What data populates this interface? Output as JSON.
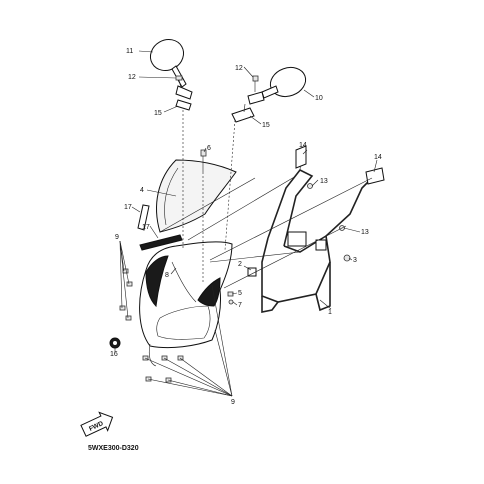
{
  "diagram": {
    "code": "5WXE300-D320",
    "fwd_label": "FWD",
    "callouts": [
      {
        "id": "c1",
        "label": "1"
      },
      {
        "id": "c2",
        "label": "2"
      },
      {
        "id": "c3",
        "label": "3"
      },
      {
        "id": "c4",
        "label": "4"
      },
      {
        "id": "c5",
        "label": "5"
      },
      {
        "id": "c6",
        "label": "6"
      },
      {
        "id": "c7",
        "label": "7"
      },
      {
        "id": "c8",
        "label": "8"
      },
      {
        "id": "c9a",
        "label": "9"
      },
      {
        "id": "c9b",
        "label": "9"
      },
      {
        "id": "c10",
        "label": "10"
      },
      {
        "id": "c11",
        "label": "11"
      },
      {
        "id": "c12a",
        "label": "12"
      },
      {
        "id": "c12b",
        "label": "12"
      },
      {
        "id": "c13a",
        "label": "13"
      },
      {
        "id": "c13b",
        "label": "13"
      },
      {
        "id": "c14a",
        "label": "14"
      },
      {
        "id": "c14b",
        "label": "14"
      },
      {
        "id": "c15a",
        "label": "15"
      },
      {
        "id": "c15b",
        "label": "15"
      },
      {
        "id": "c16",
        "label": "16"
      },
      {
        "id": "c17a",
        "label": "17"
      },
      {
        "id": "c17b",
        "label": "17"
      }
    ]
  }
}
